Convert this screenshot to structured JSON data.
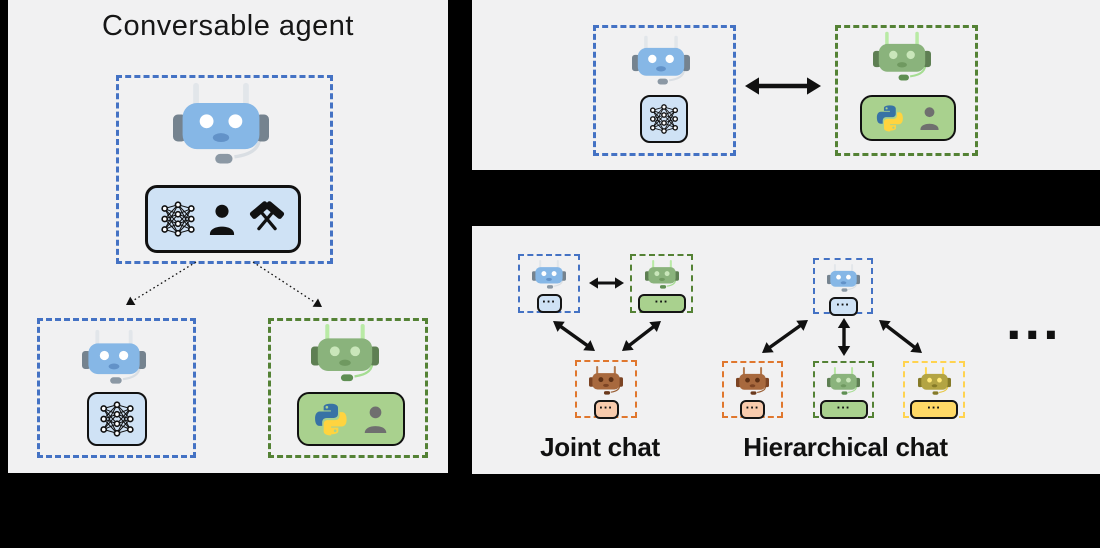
{
  "figure": {
    "background": "#000000",
    "panel_background": "#f1f1f2"
  },
  "palette": {
    "blue_dash": "#4472c4",
    "green_dash": "#548235",
    "orange_dash": "#e0772e",
    "yellow_dash": "#ffd34f",
    "light_blue_fill": "#cfe2f5",
    "green_fill": "#a9d18e",
    "orange_fill": "#f8cbad",
    "yellow_fill": "#ffd966",
    "robot_blue": "#86b7e6",
    "robot_green": "#8ab37c",
    "robot_orange": "#a8693e",
    "robot_yellow": "#b3a443",
    "python_blue": "#3872a5",
    "python_yellow": "#ffd43f",
    "person_gray": "#6f6f6f",
    "arrow_black": "#111111"
  },
  "conversable_agent_panel": {
    "title": "Conversable agent",
    "capability_icons": [
      "neural-network",
      "human",
      "tools"
    ],
    "llm_agent_icons": [
      "neural-network"
    ],
    "executor_agent_icons": [
      "python",
      "human"
    ]
  },
  "two_agent_chat_panel": {
    "left_agent_icons": [
      "neural-network"
    ],
    "right_agent_icons": [
      "python",
      "human"
    ]
  },
  "conversation_patterns_panel": {
    "joint_chat_label": "Joint chat",
    "hierarchical_chat_label": "Hierarchical chat",
    "more_patterns_ellipsis": "...",
    "chat_box_dots": "..."
  }
}
